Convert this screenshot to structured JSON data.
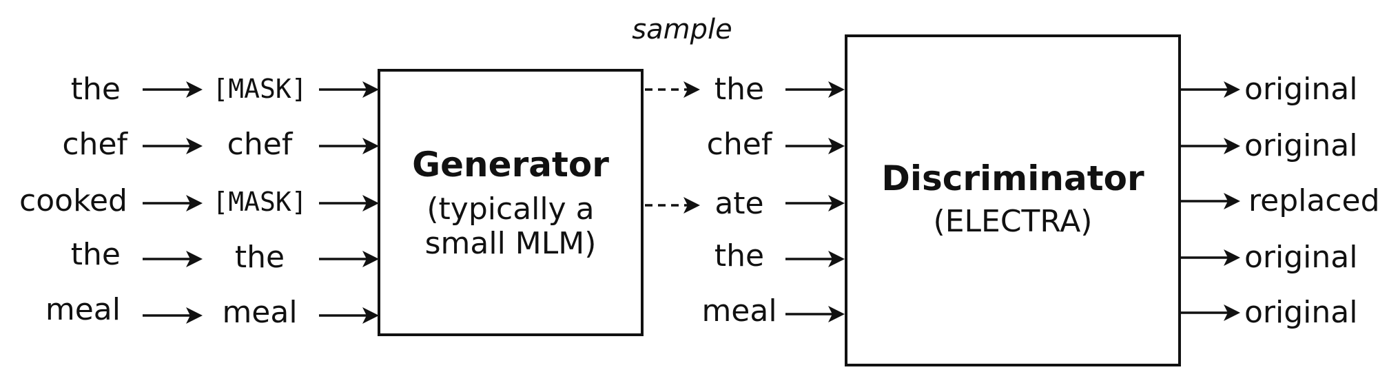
{
  "inputs": [
    "the",
    "chef",
    "cooked",
    "the",
    "meal"
  ],
  "masked": [
    "[MASK]",
    "chef",
    "[MASK]",
    "the",
    "meal"
  ],
  "generator": {
    "title": "Generator",
    "subtitle_line1": "(typically a",
    "subtitle_line2": "small MLM)"
  },
  "sample_label": "sample",
  "sampled": [
    "the",
    "chef",
    "ate",
    "the",
    "meal"
  ],
  "discriminator": {
    "title": "Discriminator",
    "subtitle": "(ELECTRA)"
  },
  "outputs": [
    "original",
    "original",
    "replaced",
    "original",
    "original"
  ],
  "colors": {
    "ink": "#111111",
    "background": "#ffffff"
  }
}
